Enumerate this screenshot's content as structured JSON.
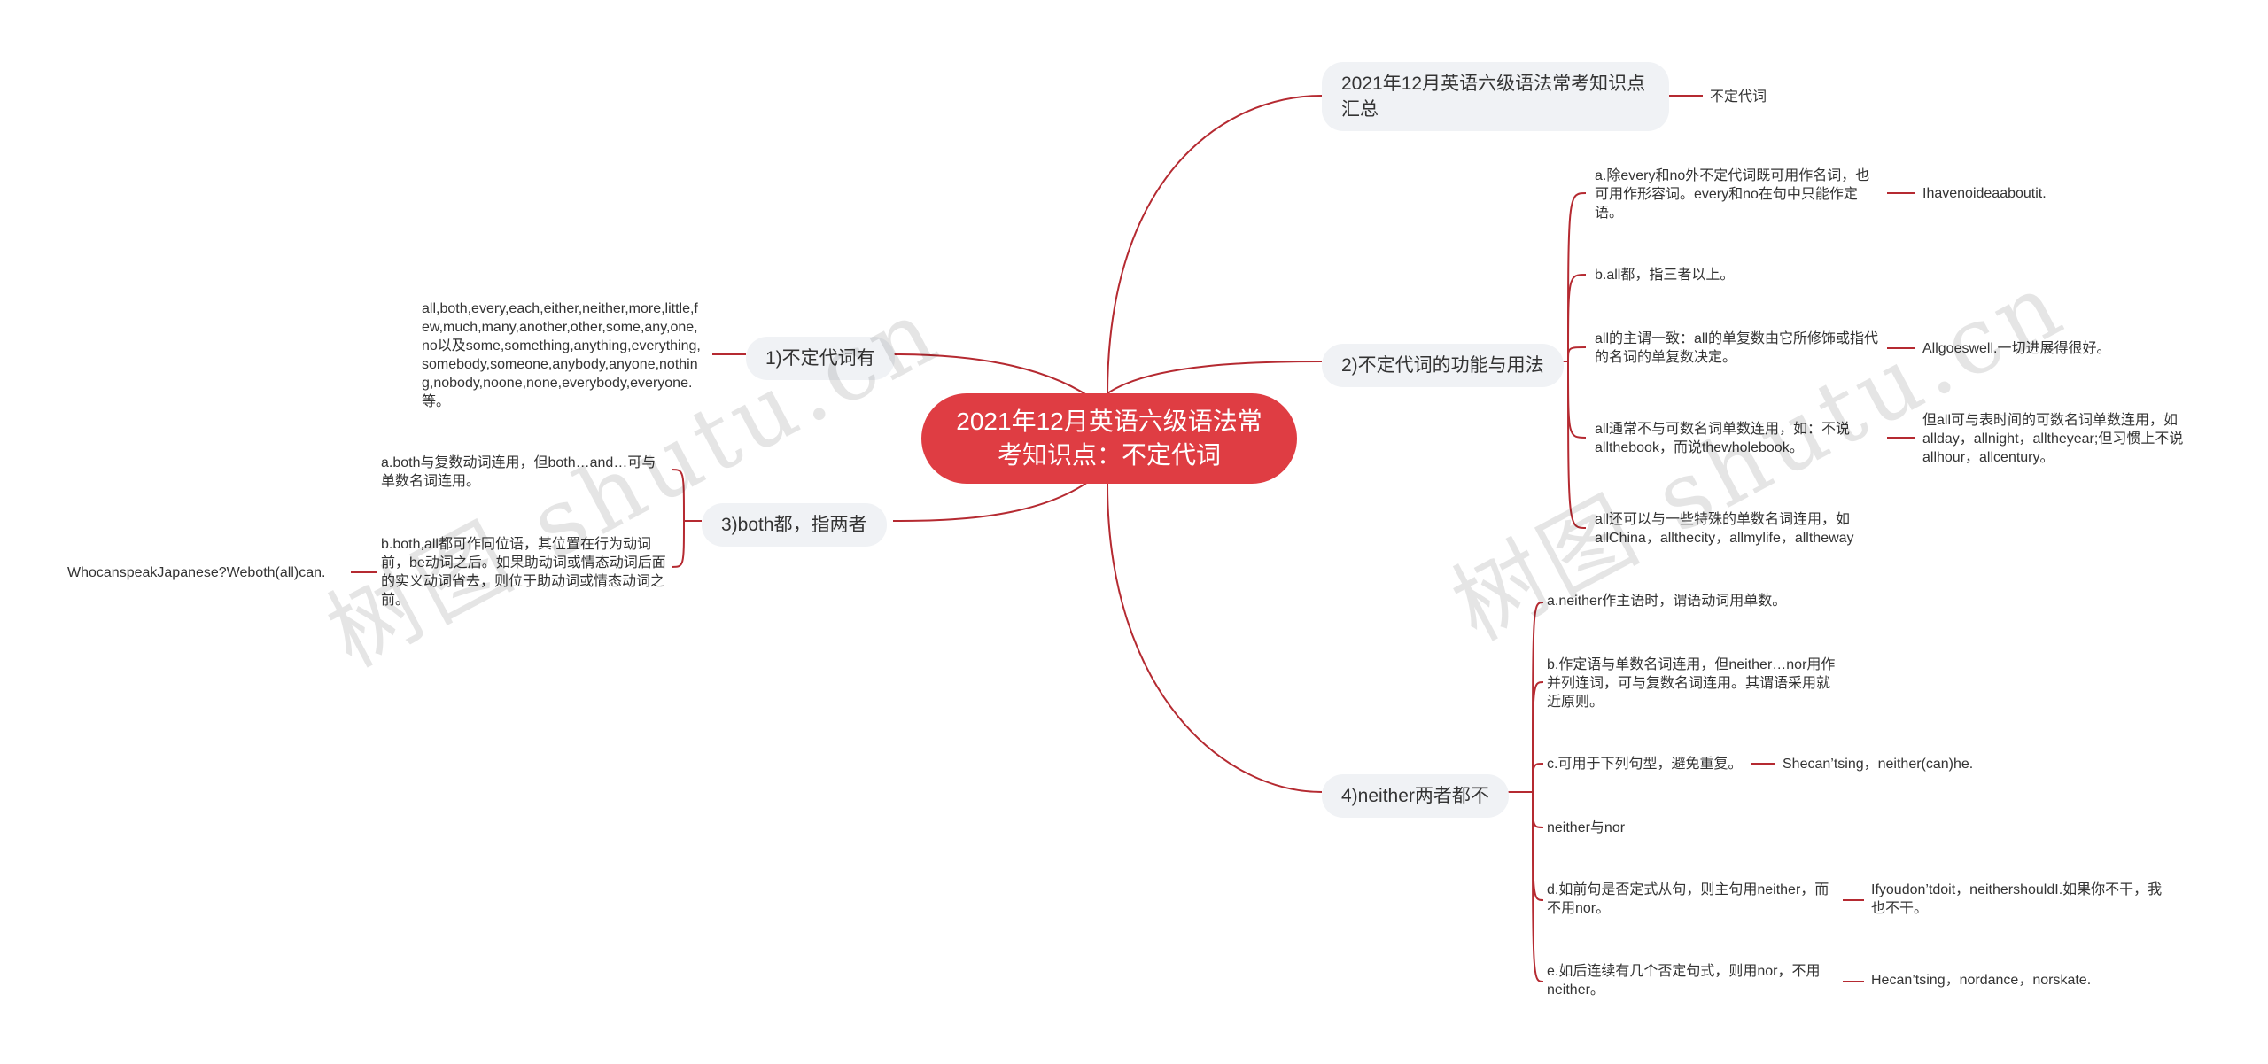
{
  "root": {
    "title": "2021年12月英语六级语法常考知识点：不定代词"
  },
  "branches": {
    "summary": {
      "label": "2021年12月英语六级语法常考知识点汇总",
      "child": "不定代词"
    },
    "list": {
      "label": "1)不定代词有",
      "child": "all,both,every,each,either,neither,more,little,few,much,many,another,other,some,any,one,no以及some,something,anything,everything,somebody,someone,anybody,anyone,nothing,nobody,noone,none,everybody,everyone.等。"
    },
    "usage": {
      "label": "2)不定代词的功能与用法",
      "items": [
        {
          "text": "a.除every和no外不定代词既可用作名词，也可用作形容词。every和no在句中只能作定语。",
          "example": "Ihavenoideaaboutit."
        },
        {
          "text": "b.all都，指三者以上。",
          "example": ""
        },
        {
          "text": "all的主谓一致：all的单复数由它所修饰或指代的名词的单复数决定。",
          "example": "Allgoeswell.一切进展得很好。"
        },
        {
          "text": "all通常不与可数名词单数连用，如：不说allthebook，而说thewholebook。",
          "example": "但all可与表时间的可数名词单数连用，如allday，allnight，alltheyear;但习惯上不说allhour，allcentury。"
        },
        {
          "text": "all还可以与一些特殊的单数名词连用，如allChina，allthecity，allmylife，alltheway",
          "example": ""
        }
      ]
    },
    "both": {
      "label": "3)both都，指两者",
      "items": [
        {
          "text": "a.both与复数动词连用，但both…and…可与单数名词连用。",
          "example": ""
        },
        {
          "text": "b.both,all都可作同位语，其位置在行为动词前，be动词之后。如果助动词或情态动词后面的实义动词省去，则位于助动词或情态动词之前。",
          "example": "WhocanspeakJapanese?Weboth(all)can."
        }
      ]
    },
    "neither": {
      "label": "4)neither两者都不",
      "items": [
        {
          "text": "a.neither作主语时，谓语动词用单数。",
          "example": ""
        },
        {
          "text": "b.作定语与单数名词连用，但neither…nor用作并列连词，可与复数名词连用。其谓语采用就近原则。",
          "example": ""
        },
        {
          "text": "c.可用于下列句型，避免重复。",
          "example": "Shecan’tsing，neither(can)he."
        },
        {
          "text": "neither与nor",
          "example": ""
        },
        {
          "text": "d.如前句是否定式从句，则主句用neither，而不用nor。",
          "example": "Ifyoudon’tdoit，neithershouldI.如果你不干，我也不干。"
        },
        {
          "text": "e.如后连续有几个否定句式，则用nor，不用neither。",
          "example": "Hecan’tsing，nordance，norskate."
        }
      ]
    }
  },
  "watermark": {
    "text": "树图 shutu.cn"
  },
  "colors": {
    "link": "#b52a31",
    "root_fill": "#df3d43",
    "branch_fill": "#f0f2f5"
  }
}
